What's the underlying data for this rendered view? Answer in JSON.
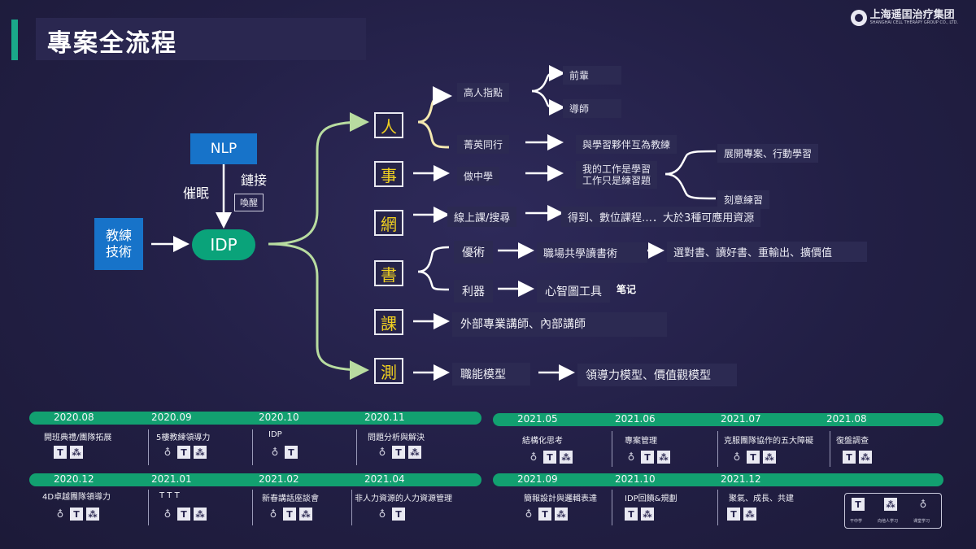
{
  "header": {
    "title": "專案全流程",
    "logo_text": "上海遥囯治疗集团",
    "logo_sub": "SHANGHAI CELL THERAPY GROUP CO., LTD."
  },
  "left": {
    "coach_tech": "教練\n技術",
    "nlp": "NLP",
    "hypnosis": "催眠",
    "link": "鏈接",
    "awaken": "喚醒",
    "idp": "IDP"
  },
  "tree": {
    "nodes": [
      "人",
      "事",
      "網",
      "書",
      "課",
      "測"
    ],
    "person": {
      "mentor": "高人指點",
      "senior": "前輩",
      "teacher": "導師",
      "peer": "菁英同行",
      "peer_target": "與學習夥伴互為教練"
    },
    "task": {
      "learn_by_doing": "做中學",
      "work_line1": "我的工作是學習",
      "work_line2": "工作只是練習題",
      "project": "展開專案、行動學習",
      "practice": "刻意練習"
    },
    "net": {
      "online": "線上課/搜尋",
      "resources": "得到、數位課程…．大於3種可應用資源"
    },
    "book": {
      "excellent": "優術",
      "reading": "職場共學讀書術",
      "reading_target": "選對書、讀好書、重輸出、擴價值",
      "tool": "利器",
      "mindmap": "心智圖工具",
      "note": "笔记"
    },
    "course": {
      "lecturers": "外部專業講師、內部講師"
    },
    "test": {
      "competency": "職能模型",
      "models": "領導力模型、價值觀模型"
    }
  },
  "timeline": {
    "left_row1": [
      {
        "date": "2020.08",
        "text": "開班典禮/團隊拓展"
      },
      {
        "date": "2020.09",
        "text": "5樓教練領導力"
      },
      {
        "date": "2020.10",
        "text": "IDP"
      },
      {
        "date": "2020.11",
        "text": "問題分析與解決"
      }
    ],
    "left_row2": [
      {
        "date": "2020.12",
        "text": "4D卓越團隊領導力"
      },
      {
        "date": "2021.01",
        "text": "T T T"
      },
      {
        "date": "2021.02",
        "text": "新春講話座談會"
      },
      {
        "date": "2021.04",
        "text": "非人力資源的人力資源管理"
      }
    ],
    "right_row1": [
      {
        "date": "2021.05",
        "text": "結構化思考"
      },
      {
        "date": "2021.06",
        "text": "專案管理"
      },
      {
        "date": "2021.07",
        "text": "克服團隊協作的五大障礙"
      },
      {
        "date": "2021.08",
        "text": "復盤調查"
      }
    ],
    "right_row2": [
      {
        "date": "2021.09",
        "text": "簡報設計與邏輯表達"
      },
      {
        "date": "2021.10",
        "text": "IDP回饋&規劃"
      },
      {
        "date": "2021.12",
        "text": "聚氣、成長、共建"
      }
    ],
    "legend": [
      "干中学",
      "向他人学习",
      "课堂学习"
    ]
  }
}
